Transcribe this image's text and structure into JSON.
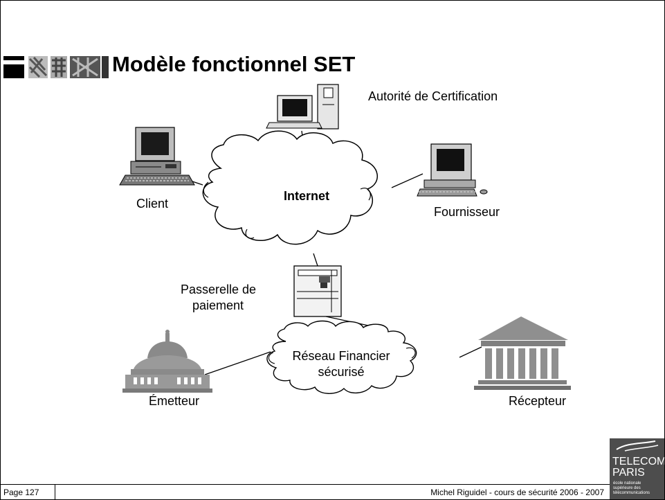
{
  "slide": {
    "title": "Modèle fonctionnel SET",
    "nodes": {
      "certification": "Autorité de Certification",
      "client": "Client",
      "internet": "Internet",
      "supplier": "Fournisseur",
      "gateway_line1": "Passerelle de",
      "gateway_line2": "paiement",
      "financial_line1": "Réseau Financier",
      "financial_line2": "sécurisé",
      "issuer": "Émetteur",
      "receiver": "Récepteur"
    }
  },
  "footer": {
    "page": "Page 127",
    "credit": "Michel Riguidel - cours de sécurité 2006 - 2007"
  },
  "logo": {
    "line1": "TELECOM",
    "line2": "PARIS",
    "line3": "école nationale",
    "line4": "supérieure des",
    "line5": "télécommunications"
  }
}
